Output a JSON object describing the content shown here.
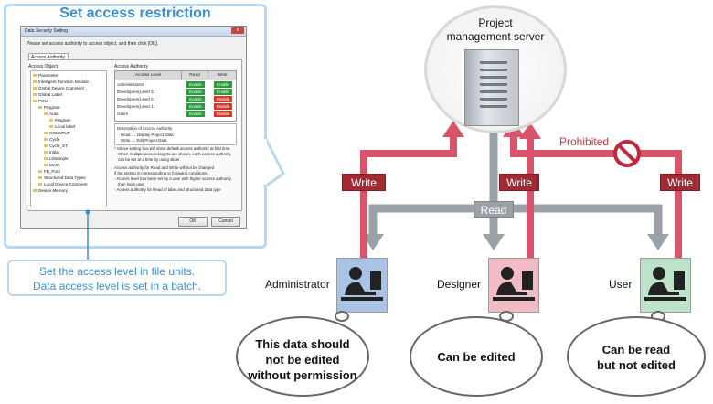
{
  "panel": {
    "title": "Set access restriction",
    "caption_line1": "Set the access level in file units.",
    "caption_line2": "Data access level is set in a batch."
  },
  "dialog": {
    "title": "Data Security Setting",
    "close": "x",
    "instruction": "Please set access authority to access object, and then click [OK].",
    "tab": "Access Authority",
    "object_label": "Access Object",
    "authority_label": "Access Authority",
    "tree": [
      "Parameter",
      "Intelligent Function Module",
      "Global Device Comment",
      "Global Label",
      "POU",
      "Program",
      "Auto",
      "Program",
      "Local label",
      "COUNTUP",
      "Cycle",
      "Cycle_ST",
      "Initial",
      "LDsample",
      "MAIN",
      "FB_Pool",
      "Structured Data Types",
      "Local Device Comment",
      "Device Memory"
    ],
    "table_headers": [
      "Access Level",
      "Read",
      "Write"
    ],
    "levels": [
      {
        "name": "Administrators",
        "read": "Enable",
        "write": "Enable"
      },
      {
        "name": "Developers(Level 3)",
        "read": "Enable",
        "write": "Enable"
      },
      {
        "name": "Developers(Level 2)",
        "read": "Enable",
        "write": "Disable"
      },
      {
        "name": "Developers(Level 1)",
        "read": "Enable",
        "write": "Disable"
      },
      {
        "name": "Users",
        "read": "Enable",
        "write": "Disable"
      }
    ],
    "desc_title": "Description of Access Authority",
    "desc_read": "Read..... Display Project Data",
    "desc_write": "Write..... Edit Project Data",
    "notes": [
      "* Above setting box will show default access authority at first time.",
      "When multiple access targets are shown, each access authority",
      "can be set at a time by using slider.",
      "Access authority for Read and Write will not be changed",
      "if the setting is corresponding to following conditions.",
      "- Access level has been set by a user with higher access authority",
      "than login user",
      "- Access authority for Read of label and structured data type"
    ],
    "ok": "OK",
    "cancel": "Cancel"
  },
  "server": {
    "line1": "Project",
    "line2": "management server"
  },
  "roles": {
    "admin": "Administrator",
    "designer": "Designer",
    "user": "User"
  },
  "tags": {
    "write": "Write",
    "read": "Read",
    "prohibited": "Prohibited"
  },
  "bubbles": {
    "admin": [
      "This data should",
      "not be edited",
      "without permission"
    ],
    "designer": [
      "Can be edited"
    ],
    "user": [
      "Can be read",
      "but not edited"
    ]
  },
  "colors": {
    "write_arrow": "#d9536a",
    "read_arrow": "#9aa2a8",
    "tag_bg": "#a12a33",
    "accent_blue": "#3a8fd0",
    "admin_bg": "#a9c3e4",
    "designer_bg": "#f2bcc7",
    "user_bg": "#bde4c8"
  }
}
